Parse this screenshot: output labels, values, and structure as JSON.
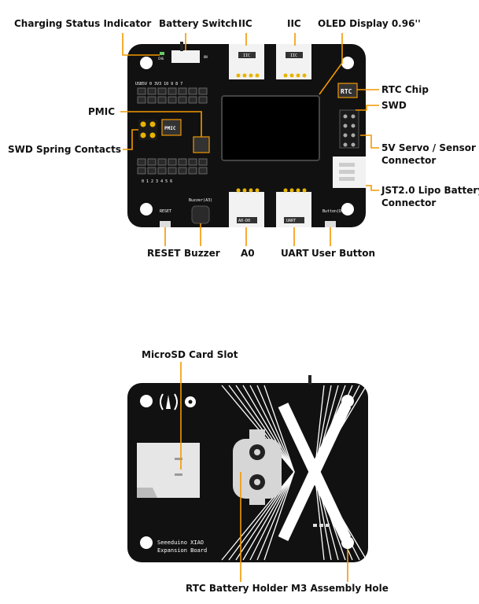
{
  "top_board": {
    "callouts": {
      "charging": "Charging Status Indicator",
      "battery_switch": "Battery Switch",
      "iic_left": "IIC",
      "iic_right": "IIC",
      "oled": "OLED Display 0.96''",
      "rtc_chip": "RTC Chip",
      "swd": "SWD",
      "pmic": "PMIC",
      "swd_spring": "SWD Spring Contacts",
      "servo": "5V Servo / Sensor",
      "servo2": "Connector",
      "jst": "JST2.0 Lipo Battery",
      "jst2": "Connector",
      "reset": "RESET",
      "buzzer": "Buzzer",
      "a0": "A0",
      "uart": "UART",
      "user_button": "User Button"
    },
    "silkscreen": {
      "header_top": "USB5V  0  3V3  10   9   8   7",
      "header_bottom": "0   1   2   3   4   5   6",
      "iic_tag": "IIC",
      "rtc_tag": "RTC",
      "pmic_tag": "PMIC",
      "a0_tag": "A0-D0",
      "uart_tag": "UART",
      "reset_tag": "RESET",
      "buzzer_tag": "Buzzer(A3)",
      "button_tag": "Button(D1)",
      "chg": "CHG",
      "on": "ON"
    }
  },
  "bottom_board": {
    "callouts": {
      "microsd": "MicroSD Card Slot",
      "rtc_battery": "RTC Battery Holder",
      "m3": "M3 Assembly Hole"
    },
    "silkscreen": {
      "name1": "Seeeduino XIAO",
      "name2": "Expansion Board"
    }
  },
  "colors": {
    "board": "#111111",
    "leader": "#f39800",
    "connector": "#f2f2f2",
    "pin": "#e8b400"
  }
}
